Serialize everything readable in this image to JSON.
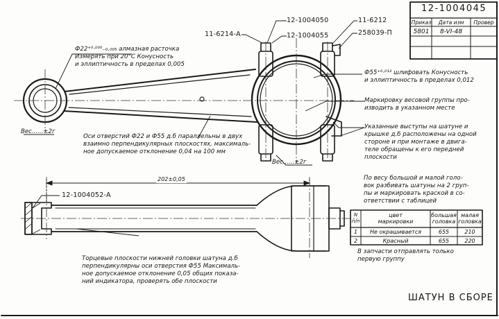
{
  "title_block": {
    "doc_number": "12-1004045",
    "headers": [
      "Приказ",
      "Дата изм",
      "Провер"
    ],
    "order_no": "5801",
    "change_date": "8-VI-48",
    "checker": ""
  },
  "part_refs": {
    "top_bolt": "12-1004050",
    "top_nut": "12-1004055",
    "right_pin": "11-6212",
    "lock_washer": "258039-П",
    "left_pin": "11-6214-А",
    "bottom_body": "12-1004052-А"
  },
  "notes": {
    "small_bore": "Ф22⁺⁰·⁰⁰⁰₋₀.₀₀₅ алмазная расточка\nИзмерять при 20°С Конусность\nи эллиптичность в пределах 0,005",
    "big_bore": "Ф55⁺⁰·⁰¹² шлифовать Конусность\nи эллиптичность в пределах 0,012",
    "weight_mark": "Маркировку весовой группы про-\nизводить в указанном месте",
    "lugs": "Указанные выступы на шатуне и\nкрышке д.б расположены на одной\nстороне и при монтаже в двига-\nтеле обращены к его передней\nплоскости",
    "parallel_axes": "Оси отверстий Ф22 и Ф55 д.б параллельны в двух\nвзаимно перпендикулярных плоскостях, максималь-\nное допускаемое отклонение 0,04 на 100 мм",
    "weight_left": "Вес......±2г",
    "weight_right": "Вес......±2г",
    "sorting": "По весу большой и малой голо-\nвок разбивать шатуны на 2 груп-\nпы и маркировать краской в со-\nответствии с таблицей",
    "end_faces": "Торцевые плоскости нижней головки шатуна д.б\nперпендикулярны оси отверстия Ф55 Максималь-\nное допускаемое отклонение 0,05 общих показа-\nний индикатора, проверять обе плоскости",
    "spares": "В запчасти отправлять только\nпервую группу"
  },
  "dimension": "202±0,05",
  "group_table": {
    "headers": [
      "N\nп/п",
      "цвет\nмаркировки",
      "большая\nголовка",
      "малая\nголовка"
    ],
    "rows": [
      [
        "1",
        "Не окрашивается",
        "655",
        "210"
      ],
      [
        "2",
        "Красный",
        "655",
        "220"
      ]
    ]
  },
  "drawing_title": "ШАТУН В СБОРЕ"
}
